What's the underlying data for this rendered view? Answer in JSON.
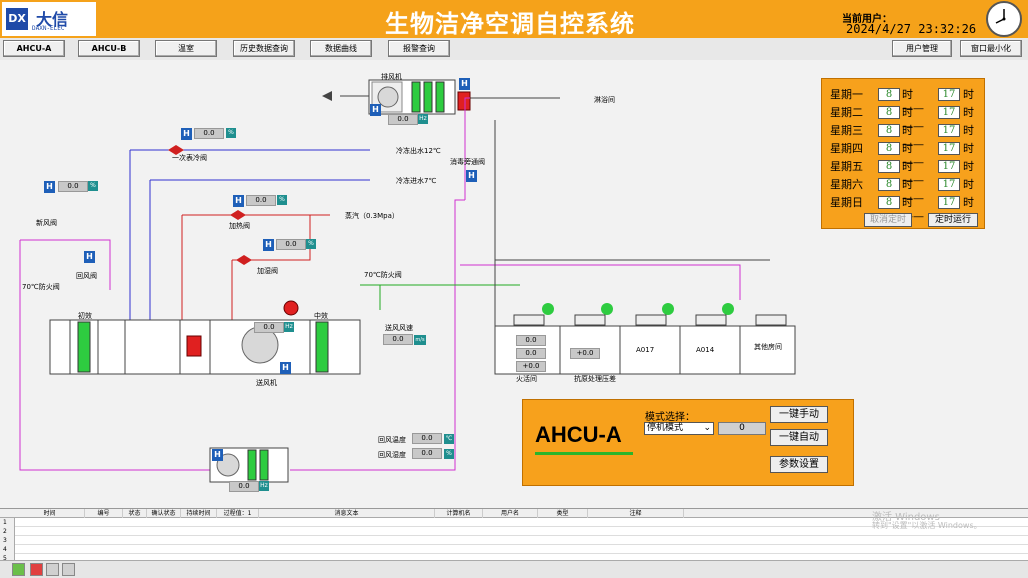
{
  "header": {
    "logo_mark": "DX",
    "logo_cn": "大信",
    "logo_en": "DAXN-ELEC",
    "title": "生物洁净空调自控系统",
    "user_label": "当前用户：",
    "datetime": "2024/4/27 23:32:26"
  },
  "nav": {
    "left": [
      "AHCU-A",
      "AHCU-B",
      "温室",
      "历史数据查询",
      "数据曲线",
      "报警查询"
    ],
    "right": [
      "用户管理",
      "窗口最小化"
    ]
  },
  "schedule": {
    "days": [
      "星期一",
      "星期二",
      "星期三",
      "星期四",
      "星期五",
      "星期六",
      "星期日"
    ],
    "start": [
      "8",
      "8",
      "8",
      "8",
      "8",
      "8",
      "8"
    ],
    "end": [
      "17",
      "17",
      "17",
      "17",
      "17",
      "17",
      "17"
    ],
    "mid": "时——",
    "unit": "时",
    "cancel_btn": "取消定时",
    "run_btn": "定时运行"
  },
  "mode": {
    "title": "AHCU-A",
    "label": "模式选择：",
    "selected": "停机模式",
    "value": "0",
    "btn_manual": "一键手动",
    "btn_auto": "一键自动",
    "btn_params": "参数设置"
  },
  "schematic": {
    "exhaust_fan": "排风机",
    "exhaust_val": "0.0",
    "shower_room": "淋浴间",
    "primary_valve": "一次表冷阀",
    "primary_val": "0.0",
    "chw_out": "冷冻出水12℃",
    "chw_in": "冷冻进水7℃",
    "fresh_valve": "新风阀",
    "fresh_val": "0.0",
    "return_valve": "回风阀",
    "heat_valve": "加热阀",
    "heat_val": "0.0",
    "humid_valve": "加湿阀",
    "humid_val": "0.0",
    "steam": "蒸汽（0.3Mpa）",
    "disinfect_valve": "消毒旁通阀",
    "fire_valve_1": "70℃防火阀",
    "fire_valve_2": "70℃防火阀",
    "primary_filter": "初效",
    "mid_filter": "中效",
    "supply_fan": "送风机",
    "supply_fan_val": "0.0",
    "supply_speed": "送风风速",
    "supply_speed_val": "0.0",
    "supply_speed_unit": "m/s",
    "return_temp": "回风温度",
    "return_temp_val": "0.0",
    "return_humid": "回风湿度",
    "return_humid_val": "0.0",
    "return_fan_val": "0.0",
    "rooms": [
      "火活间",
      "抗原处理压差",
      "A017",
      "A014",
      "其他房间"
    ],
    "room1_vals": [
      "0.0",
      "0.0",
      "+0.0"
    ],
    "room2_val": "+0.0"
  },
  "alarms": {
    "columns": [
      "时间",
      "编号",
      "状态",
      "确认状态",
      "持续时间",
      "过程值：1",
      "消息文本",
      "计算机名",
      "用户名",
      "类型",
      "注释"
    ],
    "rows": [
      "1",
      "2",
      "3",
      "4",
      "5"
    ]
  },
  "watermark": {
    "line1": "激活 Windows",
    "line2": "转到\"设置\"以激活 Windows。"
  }
}
